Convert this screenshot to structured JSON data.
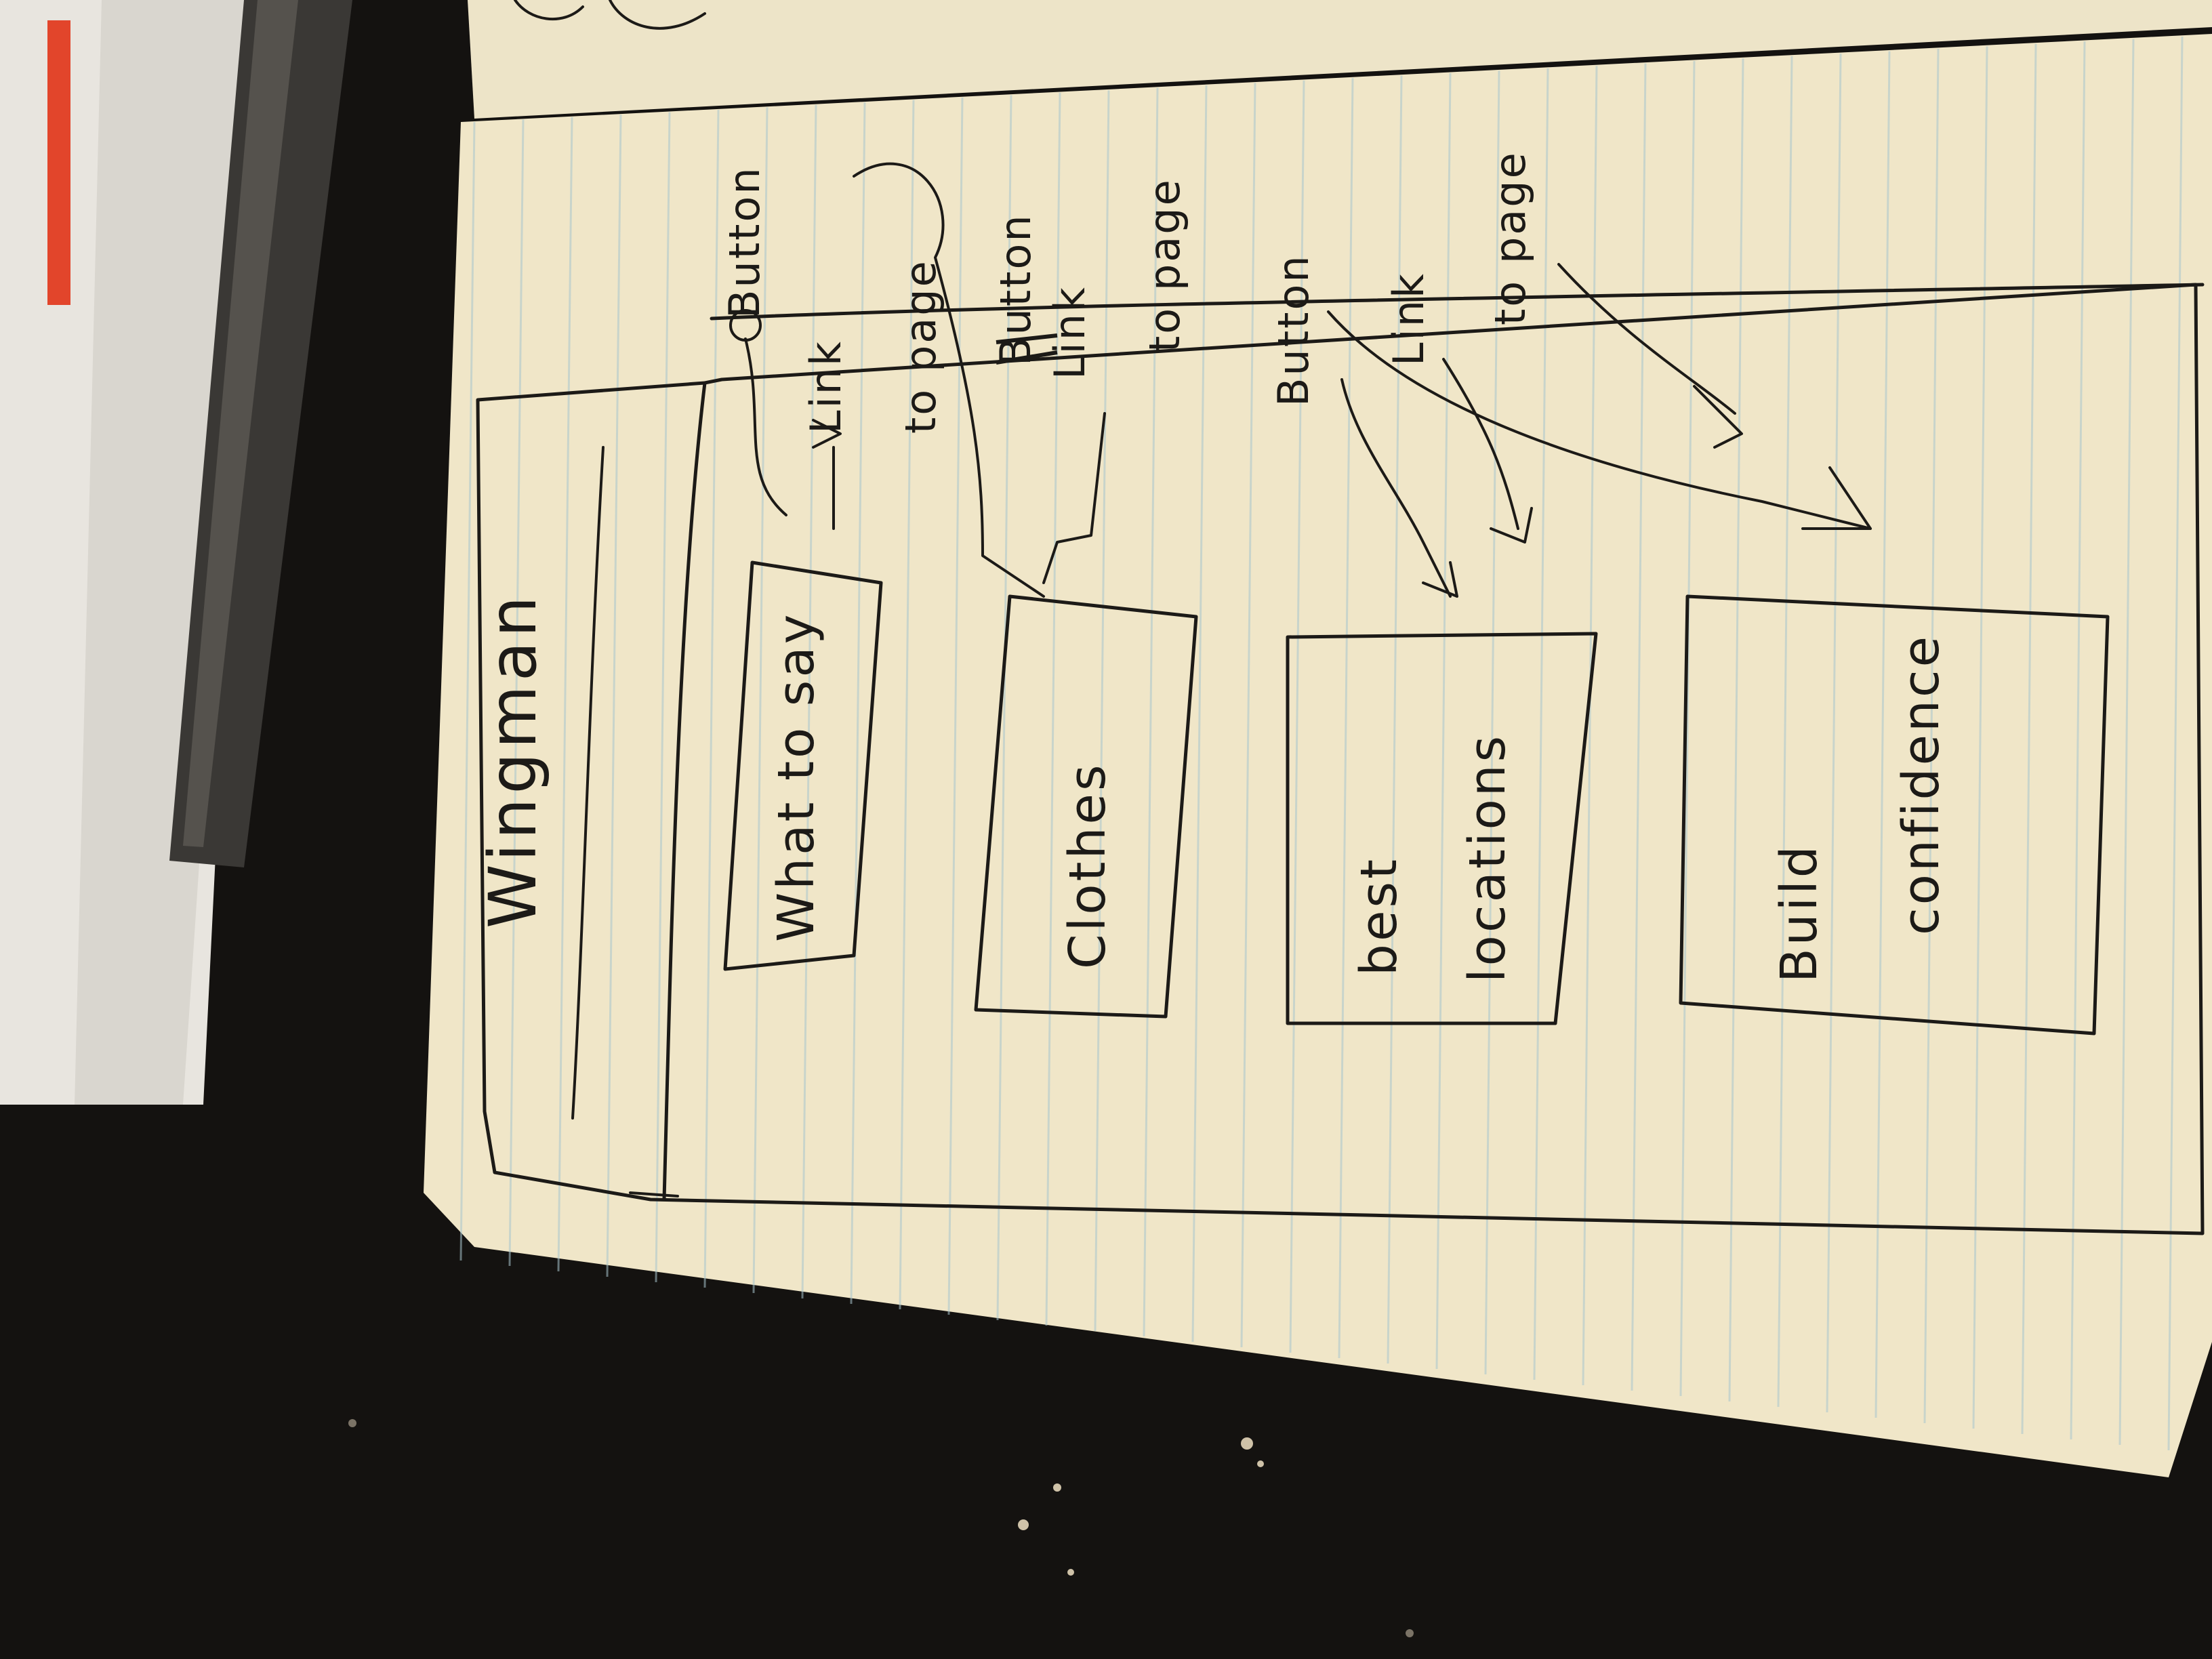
{
  "sketch": {
    "app_title": "Wingman",
    "boxes": [
      {
        "id": "what-to-say",
        "lines": [
          "What to say"
        ]
      },
      {
        "id": "clothes",
        "lines": [
          "Clothes"
        ]
      },
      {
        "id": "best-locations",
        "lines": [
          "best",
          "locations"
        ]
      },
      {
        "id": "build-confidence",
        "lines": [
          "Build",
          "confidence"
        ]
      }
    ],
    "annotations": [
      {
        "button": "Button",
        "link": [
          "Link",
          "to page"
        ]
      },
      {
        "button": "Button",
        "button_struck": true,
        "link": [
          "Link",
          "to page"
        ]
      },
      {
        "button": "Button",
        "link": [
          "Link",
          "to page"
        ]
      }
    ]
  },
  "colors": {
    "paper": "#f0e6c8",
    "rule": "#a9c7cf",
    "ink": "#1c1a17",
    "table": "#141210",
    "book_page": "#e8e5df",
    "book_cover": "#e2452b"
  }
}
